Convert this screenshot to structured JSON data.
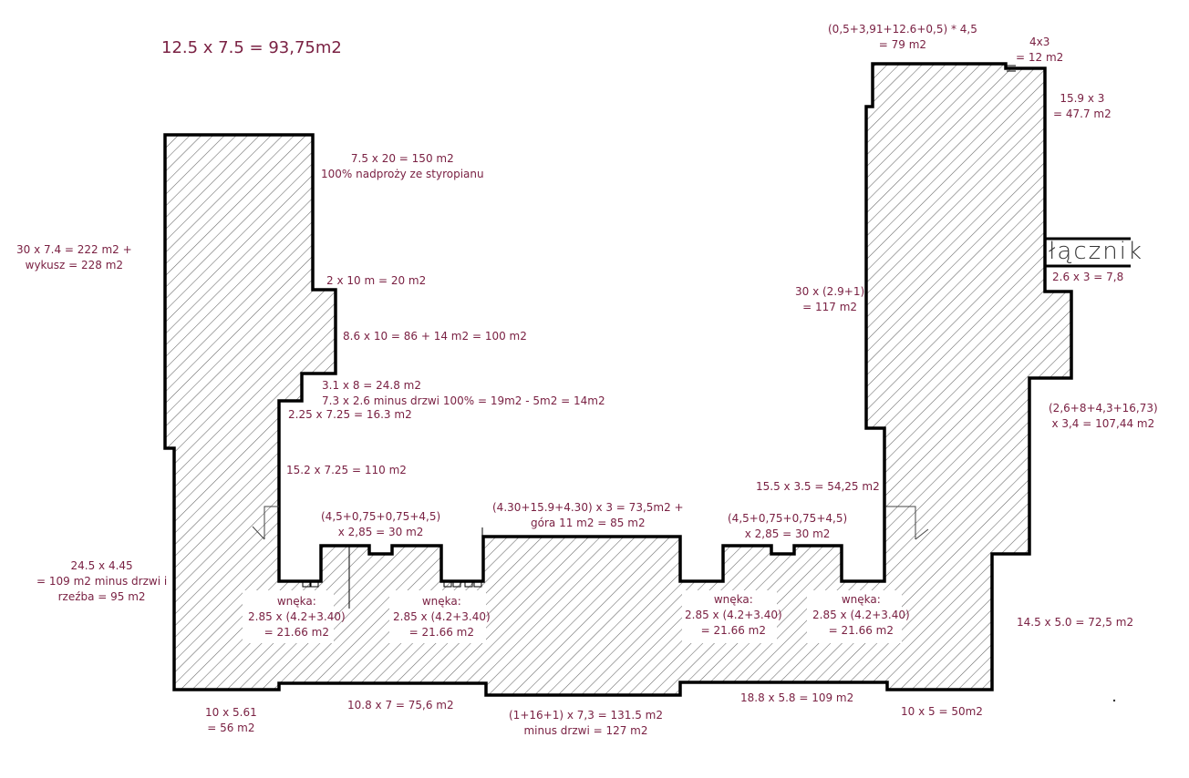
{
  "diagram": {
    "type": "floor-plan-area-calculation",
    "colors": {
      "text": "#7a2143",
      "wall": "#000000",
      "hatch": "#555555",
      "background": "#ffffff"
    },
    "connector_label": "łącznik",
    "labels": {
      "top_total": {
        "lines": [
          "12.5 x 7.5 = 93,75m2"
        ]
      },
      "left_wing_top": {
        "lines": [
          "7.5 x 20 = 150 m2",
          "100% nadproży ze styropianu"
        ]
      },
      "left_wing_outer": {
        "lines": [
          "30 x 7.4 = 222 m2 +",
          "wykusz = 228 m2"
        ]
      },
      "step_2x10": {
        "lines": [
          "2 x 10 m = 20 m2"
        ]
      },
      "step_8_6x10": {
        "lines": [
          "8.6 x 10 = 86 + 14 m2 = 100 m2"
        ]
      },
      "step_3_1x8": {
        "lines": [
          "3.1 x 8 = 24.8 m2",
          "7.3 x 2.6 minus drzwi 100% = 19m2 - 5m2 = 14m2"
        ]
      },
      "step_2_25": {
        "lines": [
          "2.25 x 7.25 = 16.3 m2"
        ]
      },
      "inner_left": {
        "lines": [
          "15.2 x 7.25 = 110 m2"
        ]
      },
      "bay_left": {
        "lines": [
          "(4,5+0,75+0,75+4,5)",
          "x 2,85 = 30 m2"
        ]
      },
      "center_front": {
        "lines": [
          "(4.30+15.9+4.30) x 3 = 73,5m2 +",
          "góra 11 m2 = 85 m2"
        ]
      },
      "inner_right": {
        "lines": [
          "15.5 x 3.5 = 54,25 m2"
        ]
      },
      "bay_right": {
        "lines": [
          "(4,5+0,75+0,75+4,5)",
          "x 2,85 = 30 m2"
        ]
      },
      "left_lower_outer": {
        "lines": [
          "24.5 x 4.45",
          "= 109 m2 minus drzwi i",
          "rzeźba = 95 m2"
        ]
      },
      "niche_1": {
        "lines": [
          "wnęka:",
          "2.85 x (4.2+3.40)",
          "= 21.66 m2"
        ]
      },
      "niche_2": {
        "lines": [
          "wnęka:",
          "2.85 x (4.2+3.40)",
          "= 21.66 m2"
        ]
      },
      "niche_3": {
        "lines": [
          "wnęka:",
          "2.85 x (4.2+3.40)",
          "= 21.66 m2"
        ]
      },
      "niche_4": {
        "lines": [
          "wnęka:",
          "2.85 x (4.2+3.40)",
          "= 21.66 m2"
        ]
      },
      "right_wing_top": {
        "lines": [
          "(0,5+3,91+12.6+0,5) * 4,5",
          "= 79 m2"
        ]
      },
      "right_wing_notch": {
        "lines": [
          "4x3",
          "= 12 m2"
        ]
      },
      "right_wing_outer_top": {
        "lines": [
          "15.9 x 3",
          "= 47.7 m2"
        ]
      },
      "connector_area": {
        "lines": [
          "2.6 x 3 = 7,8"
        ]
      },
      "right_wing_inner": {
        "lines": [
          "30 x (2.9+1)",
          "= 117 m2"
        ]
      },
      "right_wing_outer_mid": {
        "lines": [
          "(2,6+8+4,3+16,73)",
          "x 3,4 = 107,44 m2"
        ]
      },
      "right_lower_outer": {
        "lines": [
          "14.5 x 5.0 = 72,5 m2"
        ]
      },
      "bottom_left": {
        "lines": [
          "10 x 5.61",
          "= 56 m2"
        ]
      },
      "bottom_left_mid": {
        "lines": [
          "10.8 x 7 = 75,6 m2"
        ]
      },
      "bottom_center": {
        "lines": [
          "(1+16+1) x 7,3 = 131.5 m2",
          "minus drzwi = 127 m2"
        ]
      },
      "bottom_right_mid": {
        "lines": [
          "18.8 x 5.8 = 109 m2"
        ]
      },
      "bottom_right": {
        "lines": [
          "10 x 5 = 50m2"
        ]
      }
    }
  }
}
